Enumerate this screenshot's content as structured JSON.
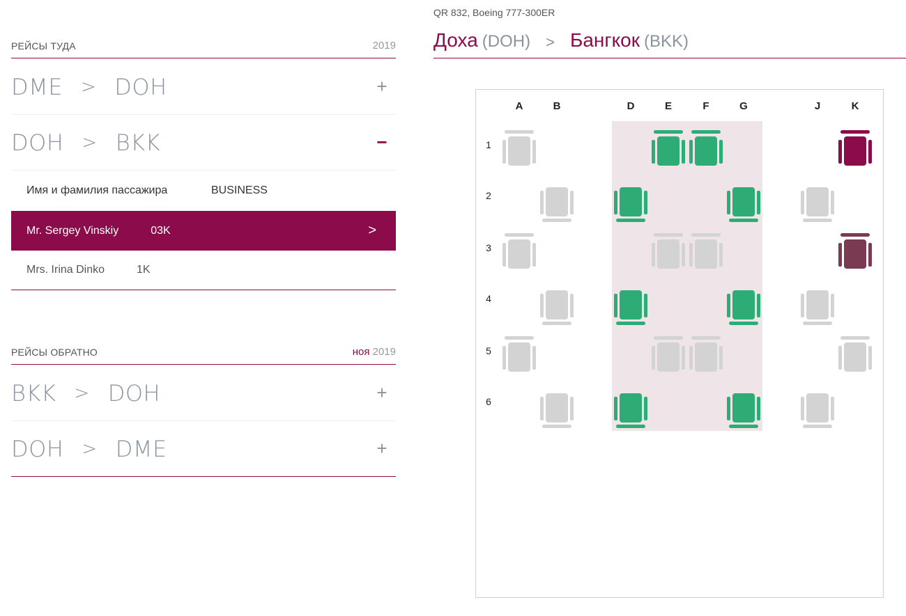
{
  "outbound": {
    "title": "РЕЙСЫ ТУДА",
    "year": "2019",
    "routes": [
      {
        "from": "DME",
        "to": "DOH",
        "toggle": "+"
      },
      {
        "from": "DOH",
        "to": "BKK",
        "toggle": "−"
      }
    ],
    "passengers_header": {
      "name": "Имя и фамилия пассажира",
      "class": "BUSINESS"
    },
    "passengers": [
      {
        "name": "Mr. Sergey Vinskiy",
        "seat": "03K"
      },
      {
        "name": "Mrs. Irina Dinko",
        "seat": "1K"
      }
    ]
  },
  "return": {
    "title": "РЕЙСЫ ОБРАТНО",
    "month": "ноя",
    "year": "2019",
    "routes": [
      {
        "from": "BKK",
        "to": "DOH",
        "toggle": "+"
      },
      {
        "from": "DOH",
        "to": "DME",
        "toggle": "+"
      }
    ]
  },
  "flight": {
    "info": "QR 832, Boeing 777-300ER",
    "from_city": "Доха",
    "from_code": "(DOH)",
    "to_city": "Бангкок",
    "to_code": "(BKK)"
  },
  "seatmap": {
    "columns": [
      "A",
      "B",
      "D",
      "E",
      "F",
      "G",
      "J",
      "K"
    ],
    "rows": [
      "1",
      "2",
      "3",
      "4",
      "5",
      "6"
    ],
    "colors": {
      "available": "#2eac76",
      "occupied": "#d3d3d3",
      "selected": "#8c0b4a",
      "taken_by_group": "#7a3a52",
      "center_bg": "#efe4e8"
    },
    "seats": [
      {
        "row": "1",
        "col": "A",
        "status": "occupied"
      },
      {
        "row": "1",
        "col": "E",
        "status": "available"
      },
      {
        "row": "1",
        "col": "F",
        "status": "available"
      },
      {
        "row": "1",
        "col": "K",
        "status": "selected"
      },
      {
        "row": "2",
        "col": "B",
        "status": "occupied"
      },
      {
        "row": "2",
        "col": "D",
        "status": "available"
      },
      {
        "row": "2",
        "col": "G",
        "status": "available"
      },
      {
        "row": "2",
        "col": "J",
        "status": "occupied"
      },
      {
        "row": "3",
        "col": "A",
        "status": "occupied"
      },
      {
        "row": "3",
        "col": "E",
        "status": "occupied"
      },
      {
        "row": "3",
        "col": "F",
        "status": "occupied"
      },
      {
        "row": "3",
        "col": "K",
        "status": "taken_by_group"
      },
      {
        "row": "4",
        "col": "B",
        "status": "occupied"
      },
      {
        "row": "4",
        "col": "D",
        "status": "available"
      },
      {
        "row": "4",
        "col": "G",
        "status": "available"
      },
      {
        "row": "4",
        "col": "J",
        "status": "occupied"
      },
      {
        "row": "5",
        "col": "A",
        "status": "occupied"
      },
      {
        "row": "5",
        "col": "E",
        "status": "occupied"
      },
      {
        "row": "5",
        "col": "F",
        "status": "occupied"
      },
      {
        "row": "5",
        "col": "K",
        "status": "occupied"
      },
      {
        "row": "6",
        "col": "B",
        "status": "occupied"
      },
      {
        "row": "6",
        "col": "D",
        "status": "available"
      },
      {
        "row": "6",
        "col": "G",
        "status": "available"
      },
      {
        "row": "6",
        "col": "J",
        "status": "occupied"
      }
    ]
  }
}
